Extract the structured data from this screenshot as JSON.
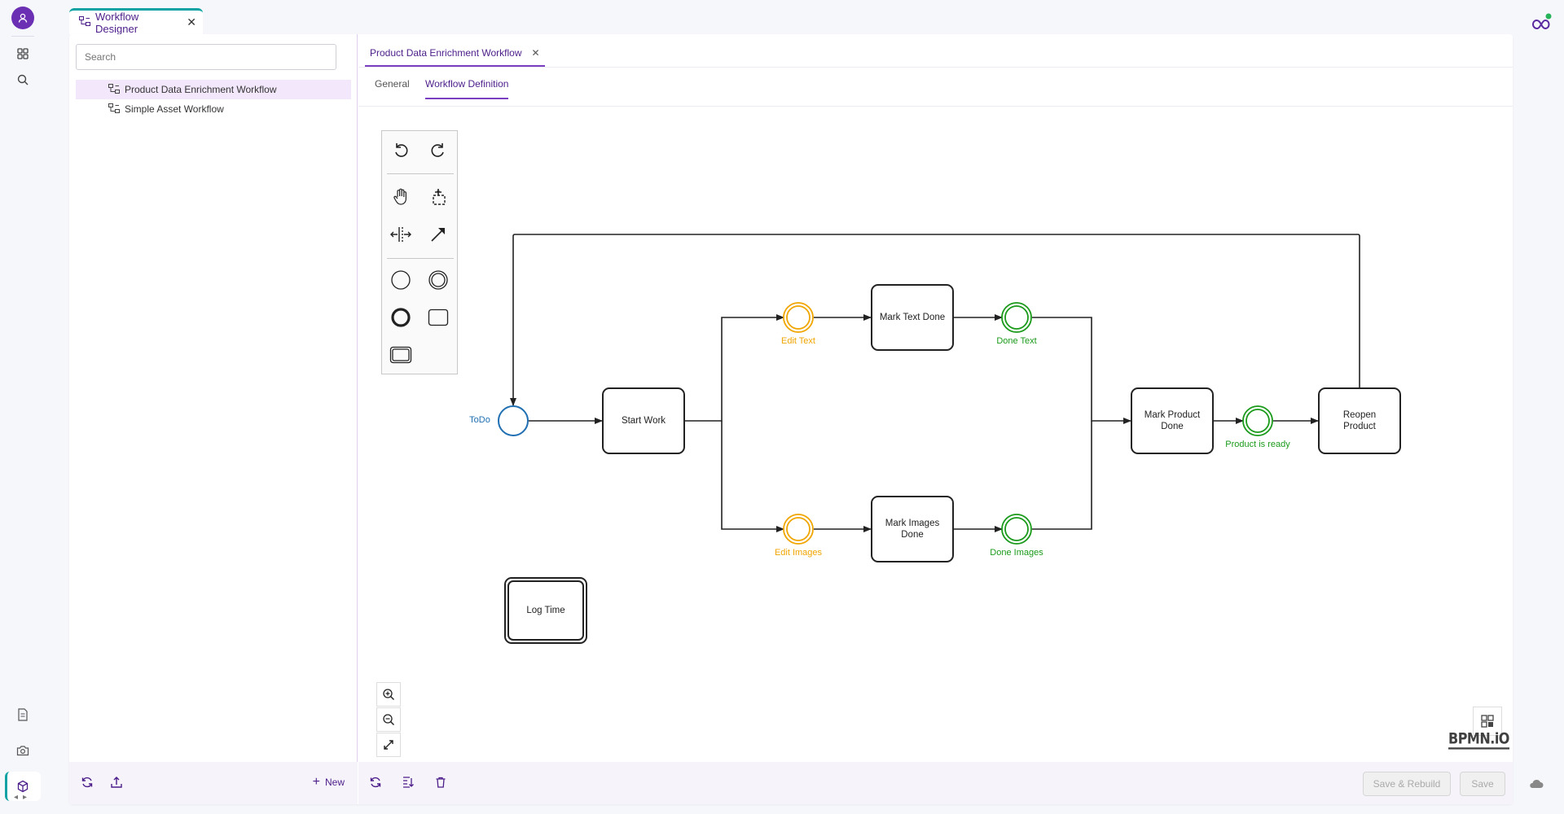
{
  "window": {
    "tab_title": "Workflow Designer"
  },
  "tree": {
    "search_placeholder": "Search",
    "items": [
      {
        "label": "Product Data Enrichment Workflow",
        "selected": true
      },
      {
        "label": "Simple Asset Workflow",
        "selected": false
      }
    ],
    "new_label": "New"
  },
  "editor": {
    "doc_tab": "Product Data Enrichment Workflow",
    "tabs": [
      {
        "label": "General",
        "active": false
      },
      {
        "label": "Workflow Definition",
        "active": true
      }
    ],
    "save_rebuild_label": "Save & Rebuild",
    "save_label": "Save",
    "bpmn_logo": "BPMN.iO"
  },
  "diagram": {
    "tasks": {
      "start_work": "Start Work",
      "mark_text_done": "Mark Text Done",
      "mark_images_done": "Mark Images Done",
      "mark_product_done": "Mark Product Done",
      "reopen_product": "Reopen Product",
      "log_time": "Log Time"
    },
    "events": {
      "todo": "ToDo",
      "edit_text": "Edit Text",
      "done_text": "Done Text",
      "edit_images": "Edit Images",
      "done_images": "Done Images",
      "product_ready": "Product is ready"
    },
    "colors": {
      "todo": "#1f6fb2",
      "edit": "#f0a500",
      "done": "#1a9a1a"
    }
  },
  "icons": [
    "avatar-icon",
    "dashboard-icon",
    "search-icon",
    "document-icon",
    "camera-icon",
    "cube-icon",
    "pimcore-logo-icon",
    "workflow-icon",
    "refresh-icon",
    "upload-icon",
    "plus-icon",
    "import-icon",
    "trash-icon",
    "undo-icon",
    "redo-icon",
    "hand-tool-icon",
    "lasso-tool-icon",
    "space-tool-icon",
    "connect-tool-icon",
    "start-event-icon",
    "intermediate-event-icon",
    "end-event-icon",
    "task-icon",
    "subprocess-icon",
    "zoom-in-icon",
    "zoom-out-icon",
    "fit-icon",
    "minimap-icon"
  ]
}
